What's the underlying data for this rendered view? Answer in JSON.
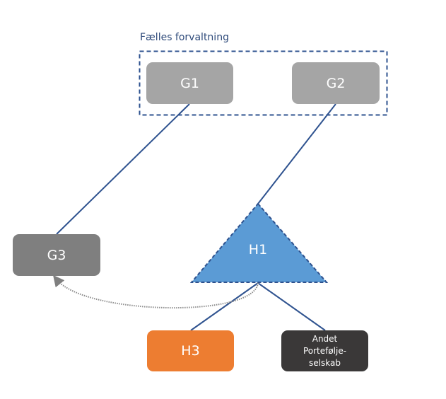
{
  "group": {
    "label": "Fælles forvaltning",
    "border_color": "#2e528f"
  },
  "nodes": {
    "g1": {
      "label": "G1",
      "color": "#a5a5a5"
    },
    "g2": {
      "label": "G2",
      "color": "#a5a5a5"
    },
    "g3": {
      "label": "G3",
      "color": "#7f7f7f"
    },
    "h1": {
      "label": "H1",
      "shape": "triangle",
      "color": "#5b9bd5"
    },
    "h3": {
      "label": "H3",
      "color": "#ed7d31"
    },
    "andet": {
      "label_lines": [
        "Andet",
        "Portefølje-",
        "selskab"
      ],
      "color": "#3a3838"
    }
  },
  "edges": [
    {
      "from": "G1",
      "to": "G3",
      "style": "solid",
      "color": "#2e528f"
    },
    {
      "from": "G2",
      "to": "H1",
      "style": "solid",
      "color": "#2e528f"
    },
    {
      "from": "H1",
      "to": "H3",
      "style": "solid",
      "color": "#2e528f"
    },
    {
      "from": "H1",
      "to": "Andet Porteføljeselskab",
      "style": "solid",
      "color": "#2e528f"
    },
    {
      "from": "H1",
      "to": "G3",
      "style": "dotted-arrow",
      "color": "#7f7f7f"
    }
  ]
}
